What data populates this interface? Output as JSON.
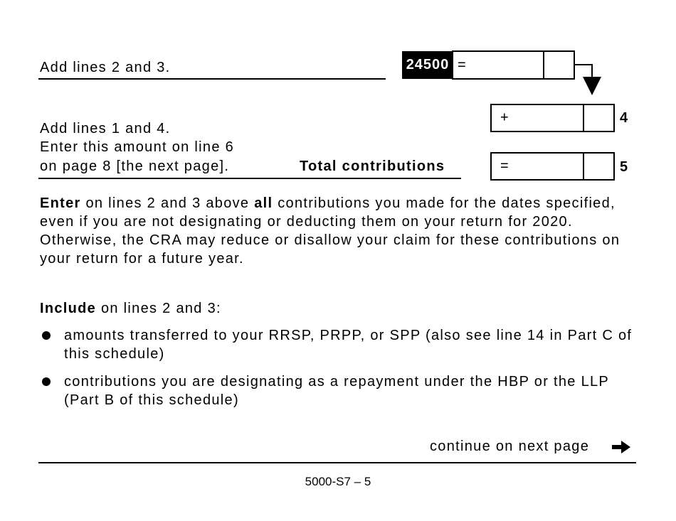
{
  "line4": {
    "label": "Add lines 2 and 3.",
    "code": "24500",
    "operator": "="
  },
  "line5_prev": {
    "operator": "+",
    "number": "4"
  },
  "line5": {
    "label_line1": "Add lines 1 and 4.",
    "label_line2": "Enter this amount on line 6",
    "label_line3": "on page 8 [the next page].",
    "total_label": "Total contributions",
    "operator": "=",
    "number": "5"
  },
  "note": {
    "enter_bold": "Enter",
    "part1": " on lines 2 and 3 above ",
    "all_bold": "all",
    "part2": " contributions you made for the dates specified, even if you are not designating or deducting them on your return for 2020. Otherwise, the CRA may reduce or disallow your claim for these contributions on your return for a future year."
  },
  "include": {
    "bold": "Include",
    "rest": " on lines 2 and 3:",
    "items": [
      "amounts transferred to your RRSP, PRPP, or SPP (also see line 14 in Part C of this schedule)",
      "contributions you are designating as a repayment under the HBP or the LLP (Part B of this schedule)"
    ]
  },
  "footer": {
    "continue": "continue on next page",
    "page_id": "5000-S7 – 5"
  }
}
